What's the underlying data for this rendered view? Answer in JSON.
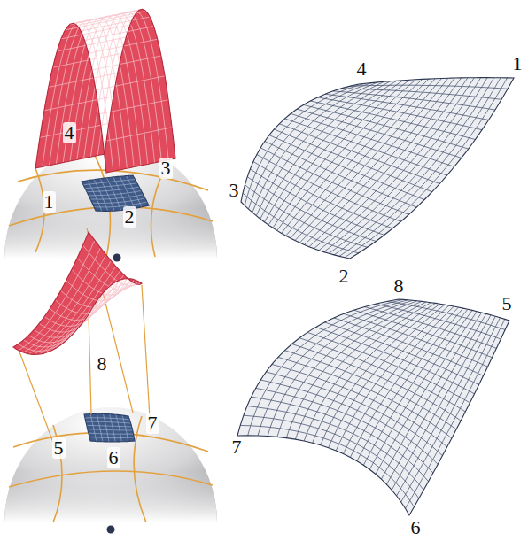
{
  "diagram": {
    "labels": [
      "4",
      "1",
      "3",
      "2",
      "4",
      "1",
      "3",
      "2",
      "8",
      "7",
      "5",
      "6",
      "8",
      "5",
      "7",
      "6"
    ]
  }
}
